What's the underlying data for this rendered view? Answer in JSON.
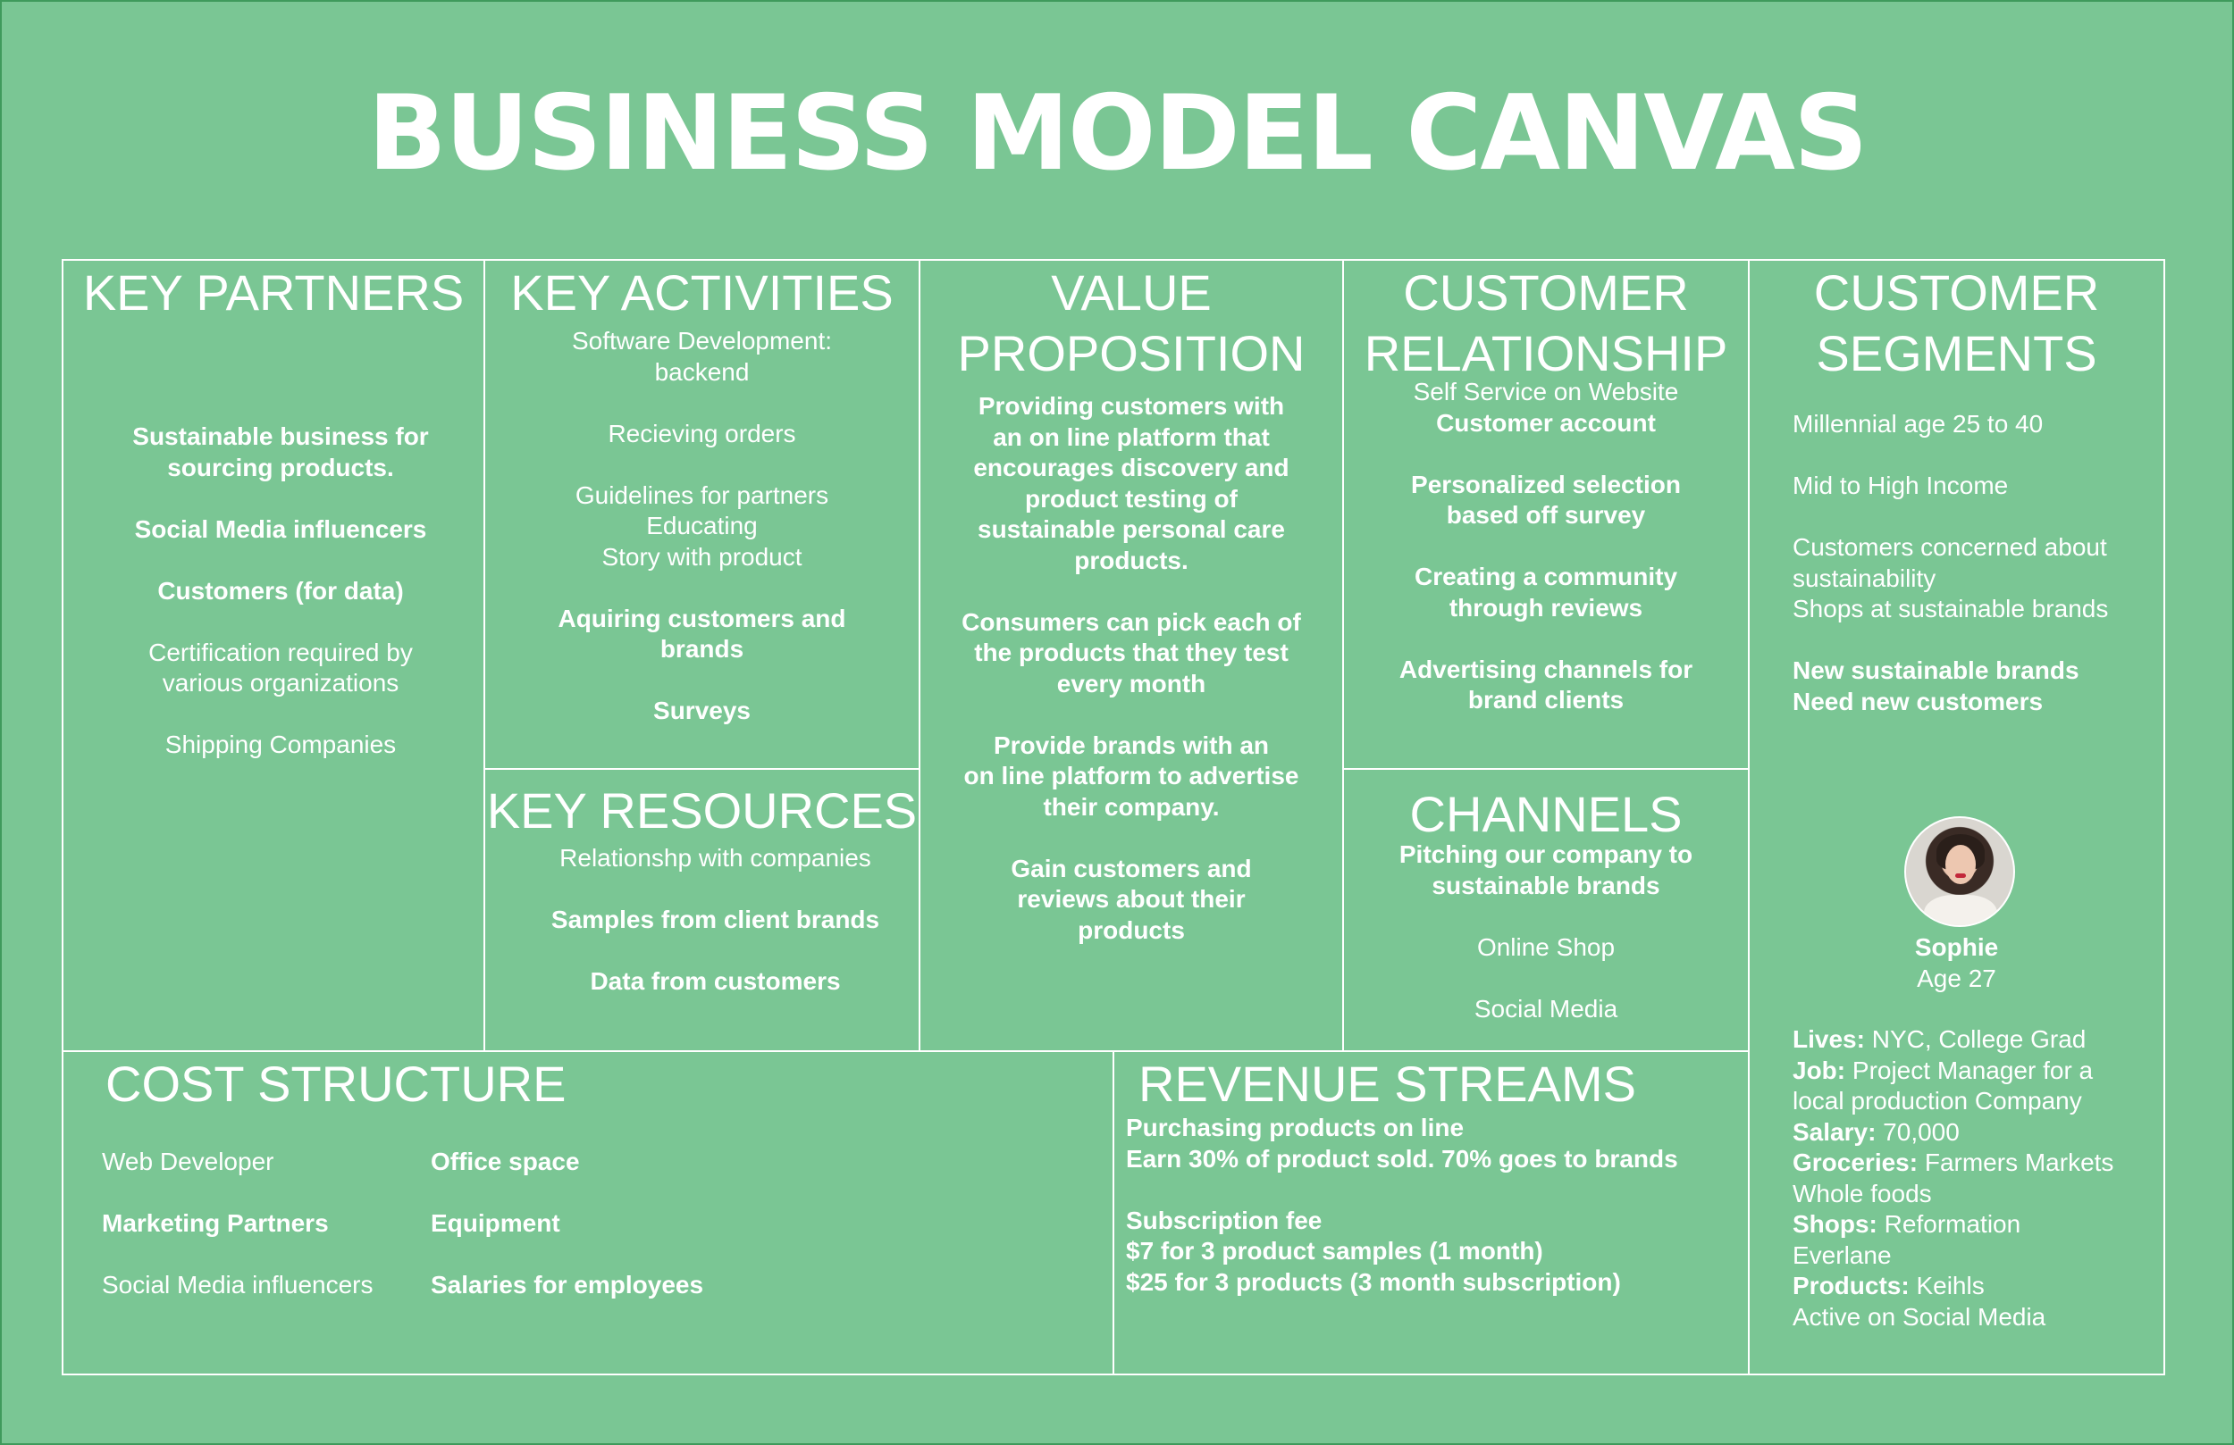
{
  "title": "BUSINESS MODEL CANVAS",
  "key_partners": {
    "heading": "KEY PARTNERS",
    "items": [
      "Sustainable business for",
      "sourcing products.",
      "Social Media influencers",
      "Customers (for data)",
      "Certification required by",
      "various organizations",
      "Shipping Companies"
    ]
  },
  "key_activities": {
    "heading": "KEY ACTIVITIES",
    "items": [
      "Software Development:",
      "backend",
      "Recieving orders",
      "Guidelines for partners",
      "Educating",
      "Story with product",
      "Aquiring customers and",
      "brands",
      "Surveys"
    ]
  },
  "key_resources": {
    "heading": "KEY RESOURCES",
    "items": [
      "Relationshp with companies",
      "Samples from client brands",
      "Data from customers"
    ]
  },
  "value_proposition": {
    "heading_1": "VALUE",
    "heading_2": "PROPOSITION",
    "items": [
      "Providing customers with",
      "an on line platform that",
      "encourages discovery and",
      "product testing of",
      "sustainable personal care",
      "products.",
      "Consumers can pick each of",
      "the products that they test",
      "every month",
      "Provide brands with an",
      "on line platform to advertise",
      "their company.",
      "Gain customers and",
      "reviews about their",
      "products"
    ]
  },
  "customer_relationship": {
    "heading_1": "CUSTOMER",
    "heading_2": "RELATIONSHIP",
    "items": [
      "Self Service on Website",
      "Customer account",
      "Personalized selection",
      "based off survey",
      "Creating a community",
      "through reviews",
      "Advertising channels for",
      "brand clients"
    ]
  },
  "channels": {
    "heading": "CHANNELS",
    "items": [
      "Pitching our company to",
      "sustainable brands",
      "Online Shop",
      "Social Media"
    ]
  },
  "customer_segments": {
    "heading_1": "CUSTOMER",
    "heading_2": "SEGMENTS",
    "items": [
      "Millennial age 25 to 40",
      "Mid to High Income",
      "Customers concerned about",
      "sustainability",
      "Shops at sustainable brands",
      "New sustainable brands",
      "Need new customers"
    ],
    "persona": {
      "name": "Sophie",
      "age": "Age 27",
      "details": [
        {
          "label": "Lives:",
          "value": " NYC, College Grad"
        },
        {
          "label": "Job:",
          "value": " Project Manager for a"
        },
        {
          "label": "",
          "value": "local production Company"
        },
        {
          "label": "Salary:",
          "value": " 70,000"
        },
        {
          "label": "Groceries:",
          "value": " Farmers Markets"
        },
        {
          "label": "",
          "value": "Whole foods"
        },
        {
          "label": "Shops:",
          "value": " Reformation"
        },
        {
          "label": "",
          "value": "Everlane"
        },
        {
          "label": "Products:",
          "value": " Keihls"
        },
        {
          "label": "",
          "value": "Active on Social Media"
        }
      ]
    }
  },
  "cost_structure": {
    "heading": "COST STRUCTURE",
    "col1": [
      "Web Developer",
      "Marketing Partners",
      "Social Media influencers"
    ],
    "col2": [
      "Office space",
      "Equipment",
      "Salaries for employees"
    ]
  },
  "revenue_streams": {
    "heading": "REVENUE STREAMS",
    "items": [
      "Purchasing products on line",
      "Earn 30% of product sold. 70% goes to brands",
      "Subscription fee",
      "$7 for 3 product samples (1 month)",
      "$25 for 3 products (3 month subscription)"
    ]
  }
}
